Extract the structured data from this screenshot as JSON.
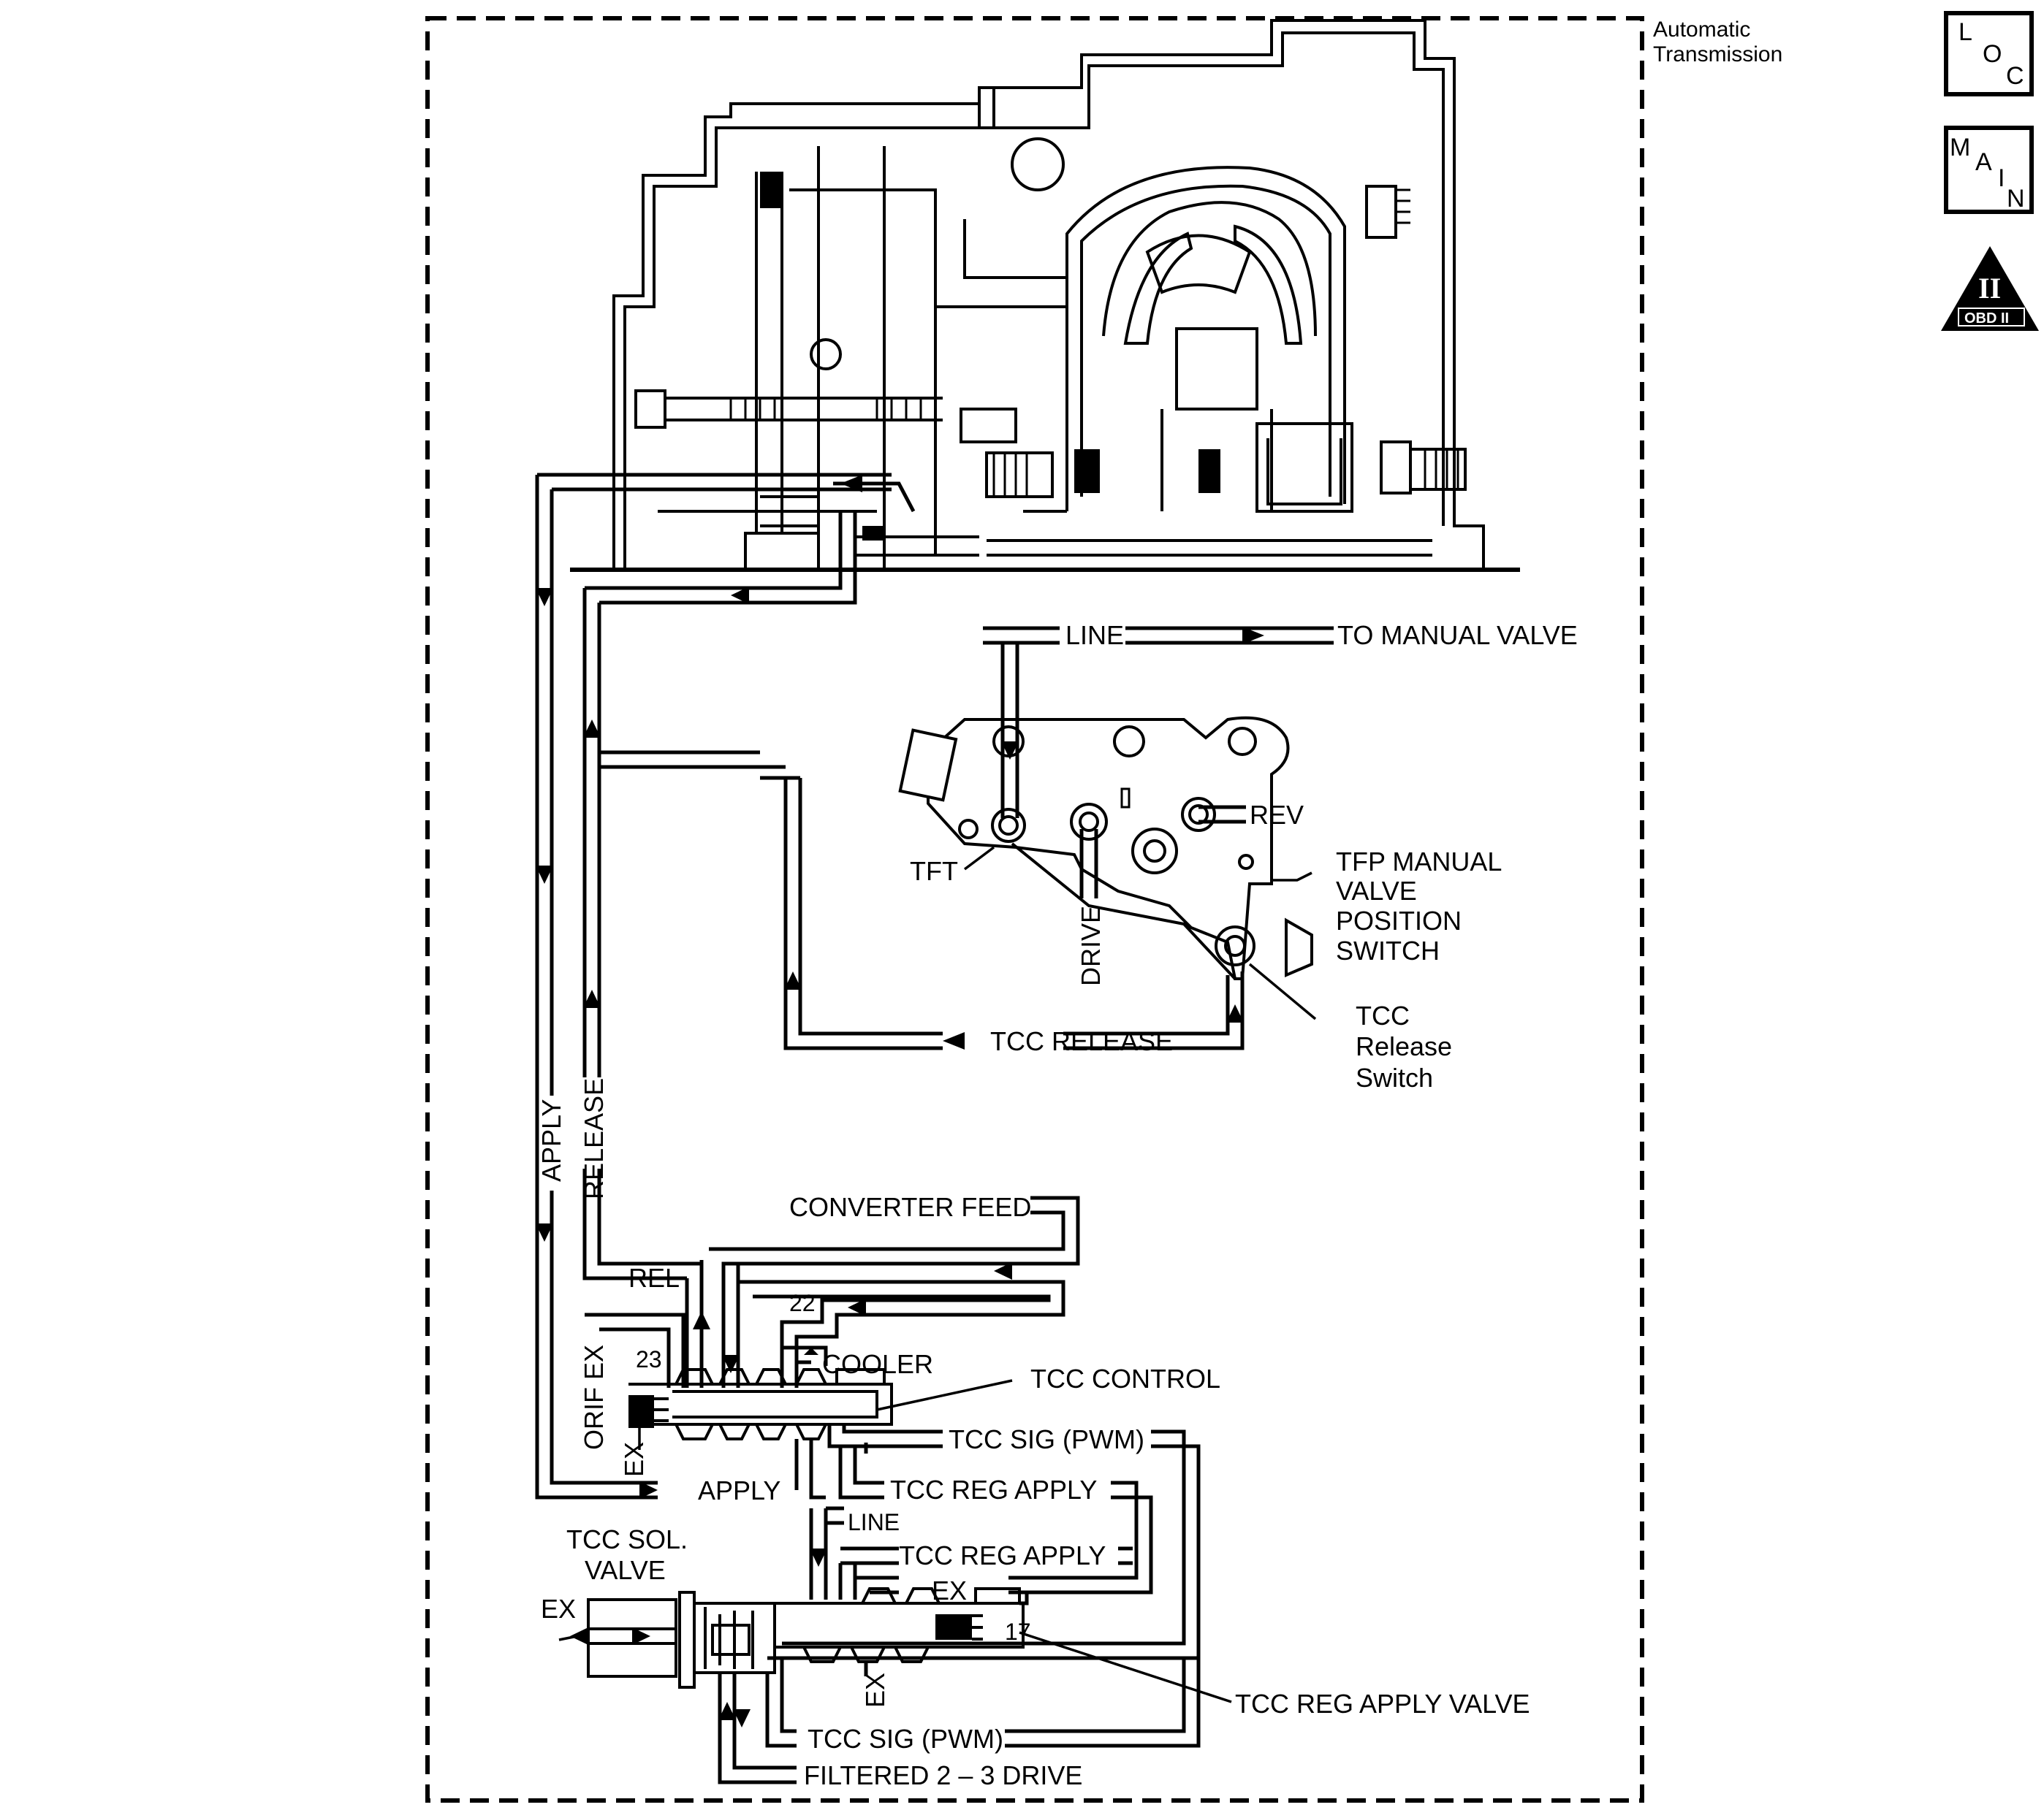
{
  "header": {
    "title_line1": "Automatic",
    "title_line2": "Transmission"
  },
  "nav": {
    "loc": {
      "l1": "L",
      "l2": "O",
      "l3": "C"
    },
    "main": {
      "l1": "M",
      "l2": "A",
      "l3": "I",
      "l4": "N"
    },
    "obd": {
      "roman": "II",
      "label": "OBD II"
    }
  },
  "labels": {
    "line_top": "LINE",
    "to_manual_valve": "TO MANUAL VALVE",
    "rev": "REV",
    "tft": "TFT",
    "drive": "DRIVE",
    "tfp_1": "TFP  MANUAL",
    "tfp_2": "VALVE",
    "tfp_3": "POSITION",
    "tfp_4": "SWITCH",
    "tcc_rel_sw_1": "TCC",
    "tcc_rel_sw_2": "Release",
    "tcc_rel_sw_3": "Switch",
    "tcc_release": "TCC RELEASE",
    "apply_vertical": "APPLY",
    "release_vertical": "RELEASE",
    "converter_feed": "CONVERTER FEED",
    "rel": "REL",
    "n22": "22",
    "n23": "23",
    "cooler": "COOLER",
    "tcc_control": "TCC CONTROL",
    "orif_ex": "ORIF EX",
    "ex_vertical": "EX",
    "tcc_sig_pwm_1": "TCC SIG (PWM)",
    "apply_bottom": "APPLY",
    "tcc_reg_apply_1": "TCC REG APPLY",
    "line_bottom": "LINE",
    "tcc_reg_apply_2": "TCC REG APPLY",
    "ex_reg": "EX",
    "n17": "17",
    "tcc_sol_1": "TCC SOL.",
    "tcc_sol_2": "VALVE",
    "ex_sol": "EX",
    "ex_under": "EX",
    "tcc_reg_apply_valve": "TCC REG APPLY VALVE",
    "tcc_sig_pwm_2": "TCC SIG (PWM)",
    "filtered_drive": "FILTERED 2 – 3 DRIVE"
  }
}
